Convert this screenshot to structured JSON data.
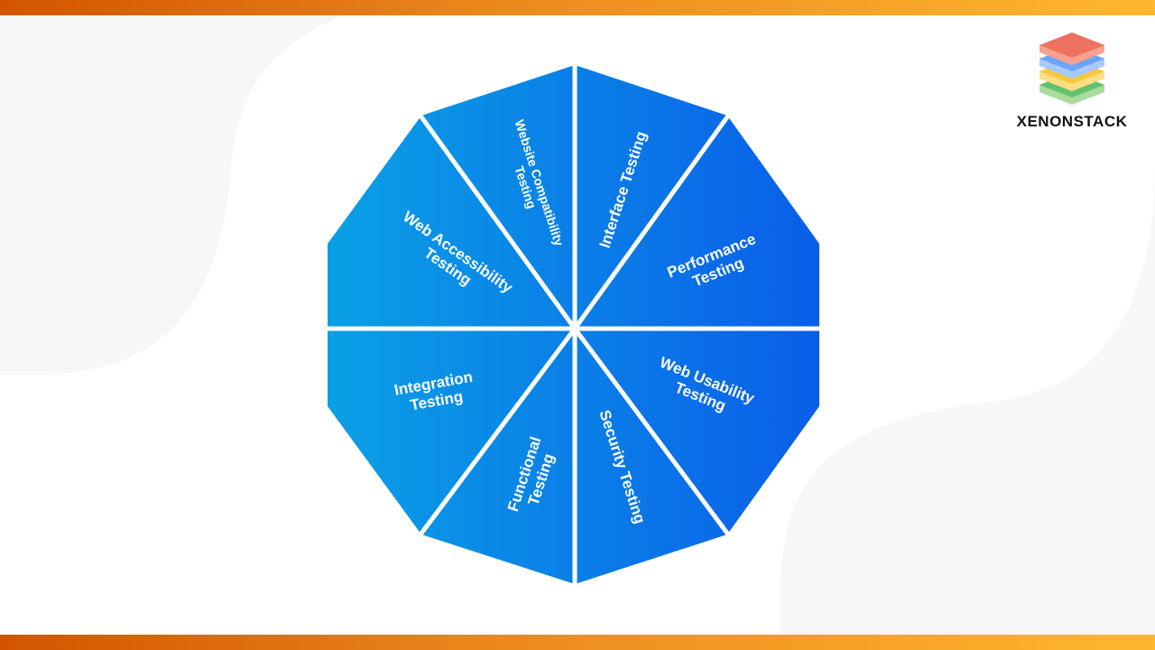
{
  "brand": {
    "name": "XENONSTACK"
  },
  "diagram": {
    "segments": [
      {
        "lines": [
          "Website Compatibility",
          "Testing"
        ]
      },
      {
        "lines": [
          "Interface Testing"
        ]
      },
      {
        "lines": [
          "Performance",
          "Testing"
        ]
      },
      {
        "lines": [
          "Web Usability",
          "Testing"
        ]
      },
      {
        "lines": [
          "Security Testing"
        ]
      },
      {
        "lines": [
          "Functional",
          "Testing"
        ]
      },
      {
        "lines": [
          "Integration",
          "Testing"
        ]
      },
      {
        "lines": [
          "Web Accessibility",
          "Testing"
        ]
      }
    ]
  },
  "colors": {
    "gradient_start": "#0aa0e6",
    "gradient_end": "#0a5ee8",
    "bar_start": "#d35400",
    "bar_end": "#ffb72e"
  }
}
